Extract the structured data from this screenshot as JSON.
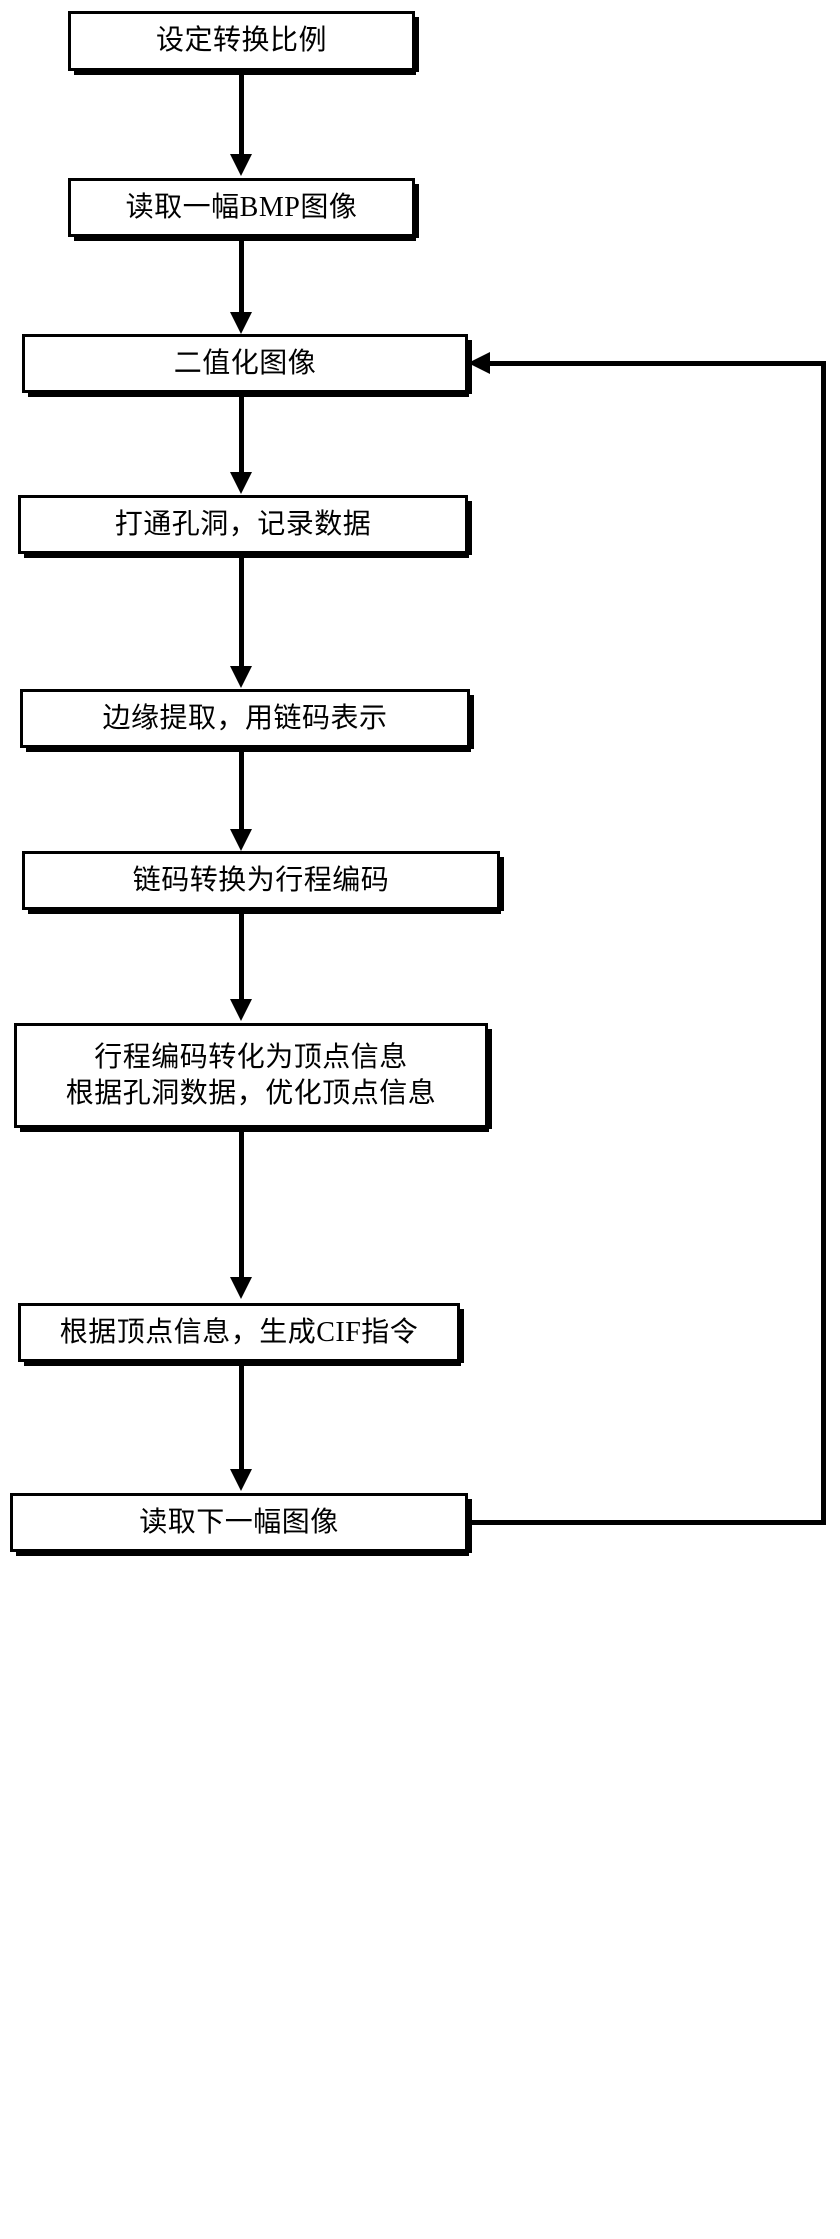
{
  "diagram": {
    "type": "flowchart",
    "title": "",
    "orientation": "top-to-bottom",
    "background_color": "#ffffff",
    "line_color": "#000000",
    "text_color": "#000000",
    "nodes": [
      {
        "id": "n1",
        "label": "设定转换比例"
      },
      {
        "id": "n2",
        "label": "读取一幅BMP图像"
      },
      {
        "id": "n3",
        "label": "二值化图像"
      },
      {
        "id": "n4",
        "label": "打通孔洞，记录数据"
      },
      {
        "id": "n5",
        "label": "边缘提取，用链码表示"
      },
      {
        "id": "n6",
        "label": "链码转换为行程编码"
      },
      {
        "id": "n7",
        "label": "行程编码转化为顶点信息\n根据孔洞数据，优化顶点信息"
      },
      {
        "id": "n8",
        "label": "根据顶点信息，生成CIF指令"
      },
      {
        "id": "n9",
        "label": "读取下一幅图像"
      }
    ],
    "edges": [
      {
        "from": "n1",
        "to": "n2",
        "kind": "straight-down"
      },
      {
        "from": "n2",
        "to": "n3",
        "kind": "straight-down"
      },
      {
        "from": "n3",
        "to": "n4",
        "kind": "straight-down"
      },
      {
        "from": "n4",
        "to": "n5",
        "kind": "straight-down"
      },
      {
        "from": "n5",
        "to": "n6",
        "kind": "straight-down"
      },
      {
        "from": "n6",
        "to": "n7",
        "kind": "straight-down"
      },
      {
        "from": "n7",
        "to": "n8",
        "kind": "straight-down"
      },
      {
        "from": "n8",
        "to": "n9",
        "kind": "straight-down"
      },
      {
        "from": "n9",
        "to": "n3",
        "kind": "feedback-loop-right"
      }
    ]
  }
}
